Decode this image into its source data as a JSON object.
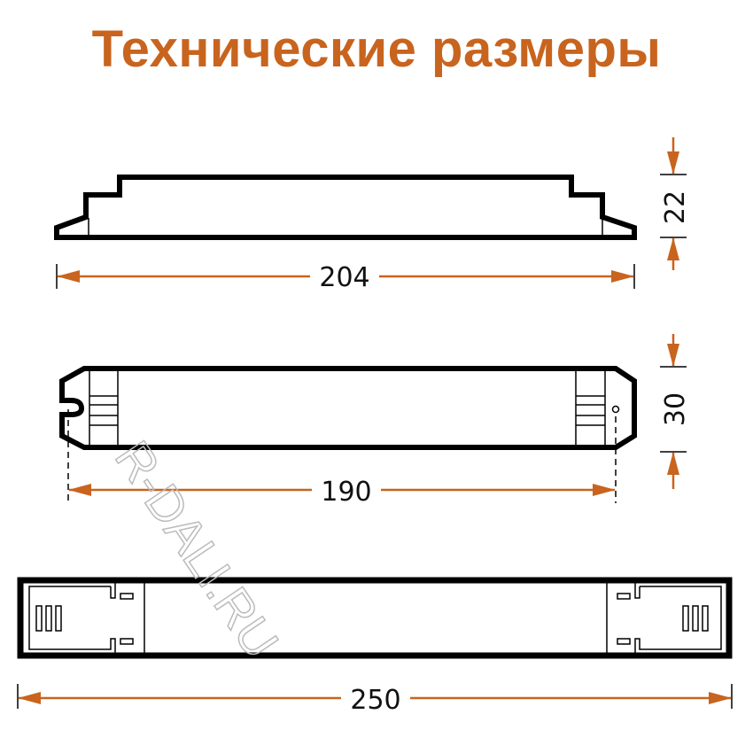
{
  "title": "Технические размеры",
  "dimensions": {
    "side_length": "204",
    "side_height": "22",
    "top_length": "190",
    "top_width": "30",
    "bottom_length": "250"
  },
  "watermark": "R-DALI.RU",
  "colors": {
    "accent": "#c8641e",
    "outline": "#000000"
  }
}
